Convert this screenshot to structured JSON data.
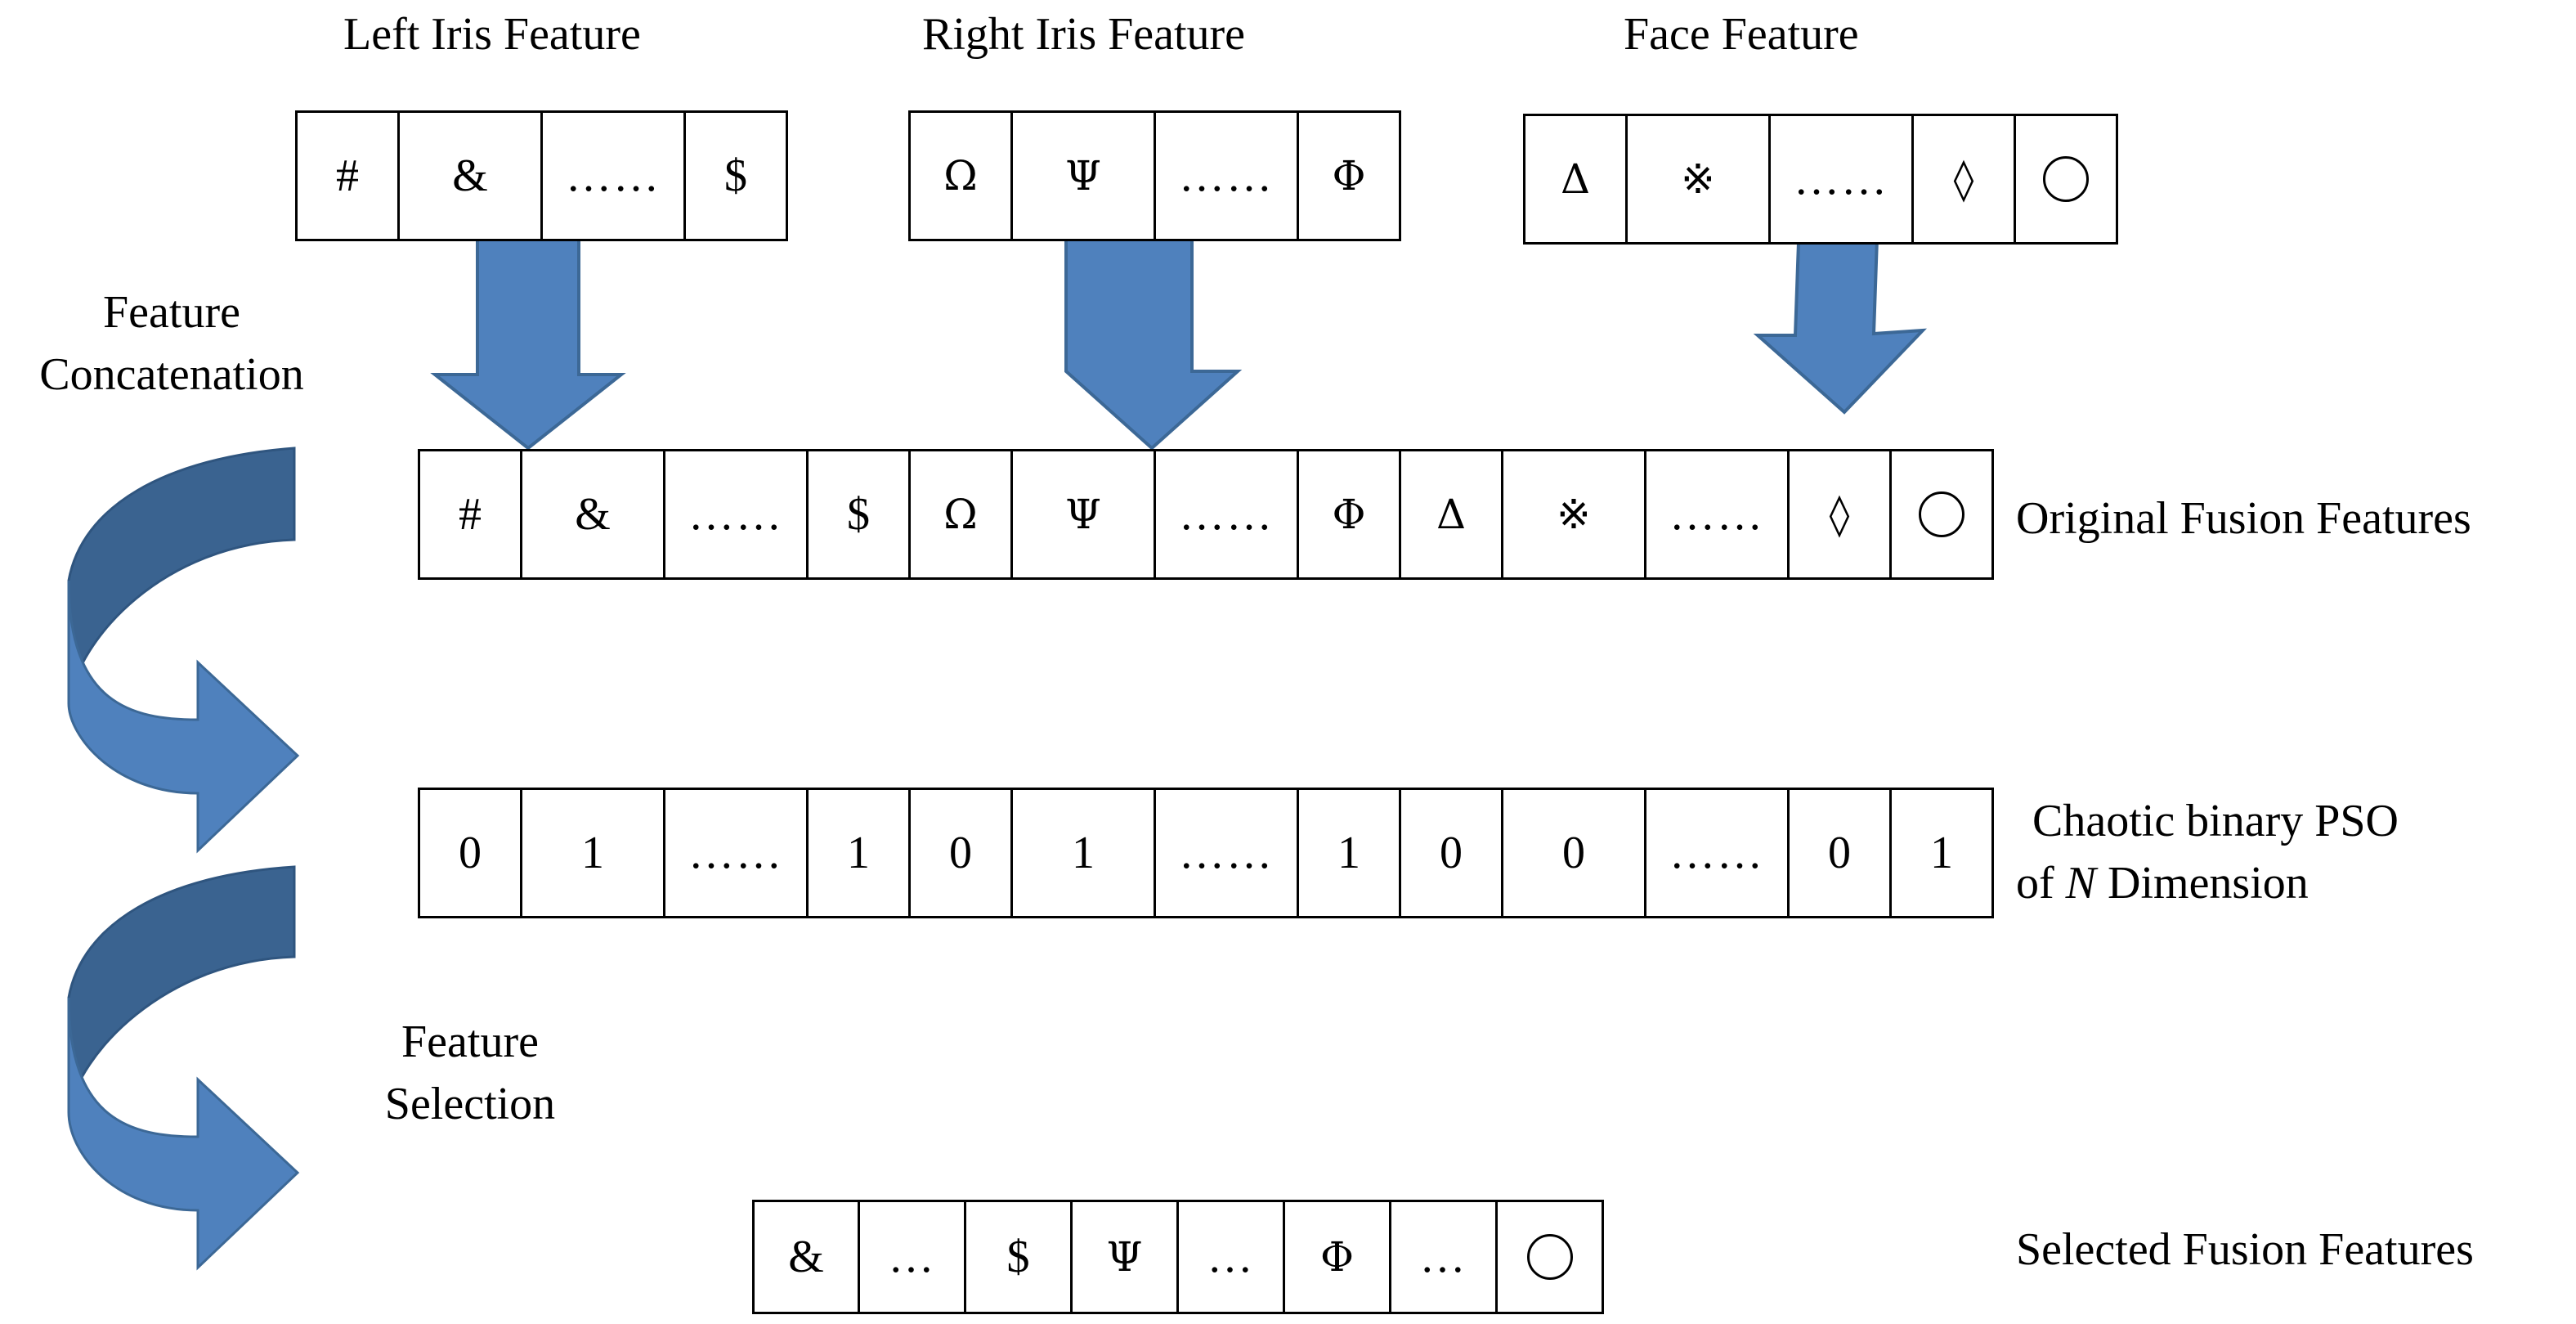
{
  "colors": {
    "arrow": "#4f81bd",
    "arrow_stroke": "#3c6896",
    "arrow_dark": "#3a6390",
    "cell_border": "#000000"
  },
  "titles": {
    "left_iris": "Left Iris Feature",
    "right_iris": "Right Iris Feature",
    "face": "Face Feature"
  },
  "steps": {
    "concatenation_line1": "Feature",
    "concatenation_line2": "Concatenation",
    "selection_line1": "Feature",
    "selection_line2": "Selection"
  },
  "row_labels": {
    "original": "Original Fusion Features",
    "pso_line1": "Chaotic binary PSO",
    "pso_prefix": "of ",
    "pso_var": "N",
    "pso_suffix": " Dimension",
    "selected": "Selected Fusion Features"
  },
  "vectors": {
    "left_iris": [
      "#",
      "&",
      "……",
      "$"
    ],
    "right_iris": [
      "Ω",
      "Ψ",
      "……",
      "Φ"
    ],
    "face": [
      "Δ",
      "※",
      "……",
      "◊",
      "circle"
    ],
    "original": [
      "#",
      "&",
      "……",
      "$",
      "Ω",
      "Ψ",
      "……",
      "Φ",
      "Δ",
      "※",
      "……",
      "◊",
      "circle"
    ],
    "pso": [
      "0",
      "1",
      "……",
      "1",
      "0",
      "1",
      "……",
      "1",
      "0",
      "0",
      "……",
      "0",
      "1"
    ],
    "selected": [
      "&",
      "…",
      "$",
      "Ψ",
      "…",
      "Φ",
      "…",
      "circle"
    ]
  },
  "icons": {
    "circle_cell": "circle-icon",
    "down_arrow": "down-arrow-icon",
    "curved_arrow": "curved-arrow-icon"
  }
}
